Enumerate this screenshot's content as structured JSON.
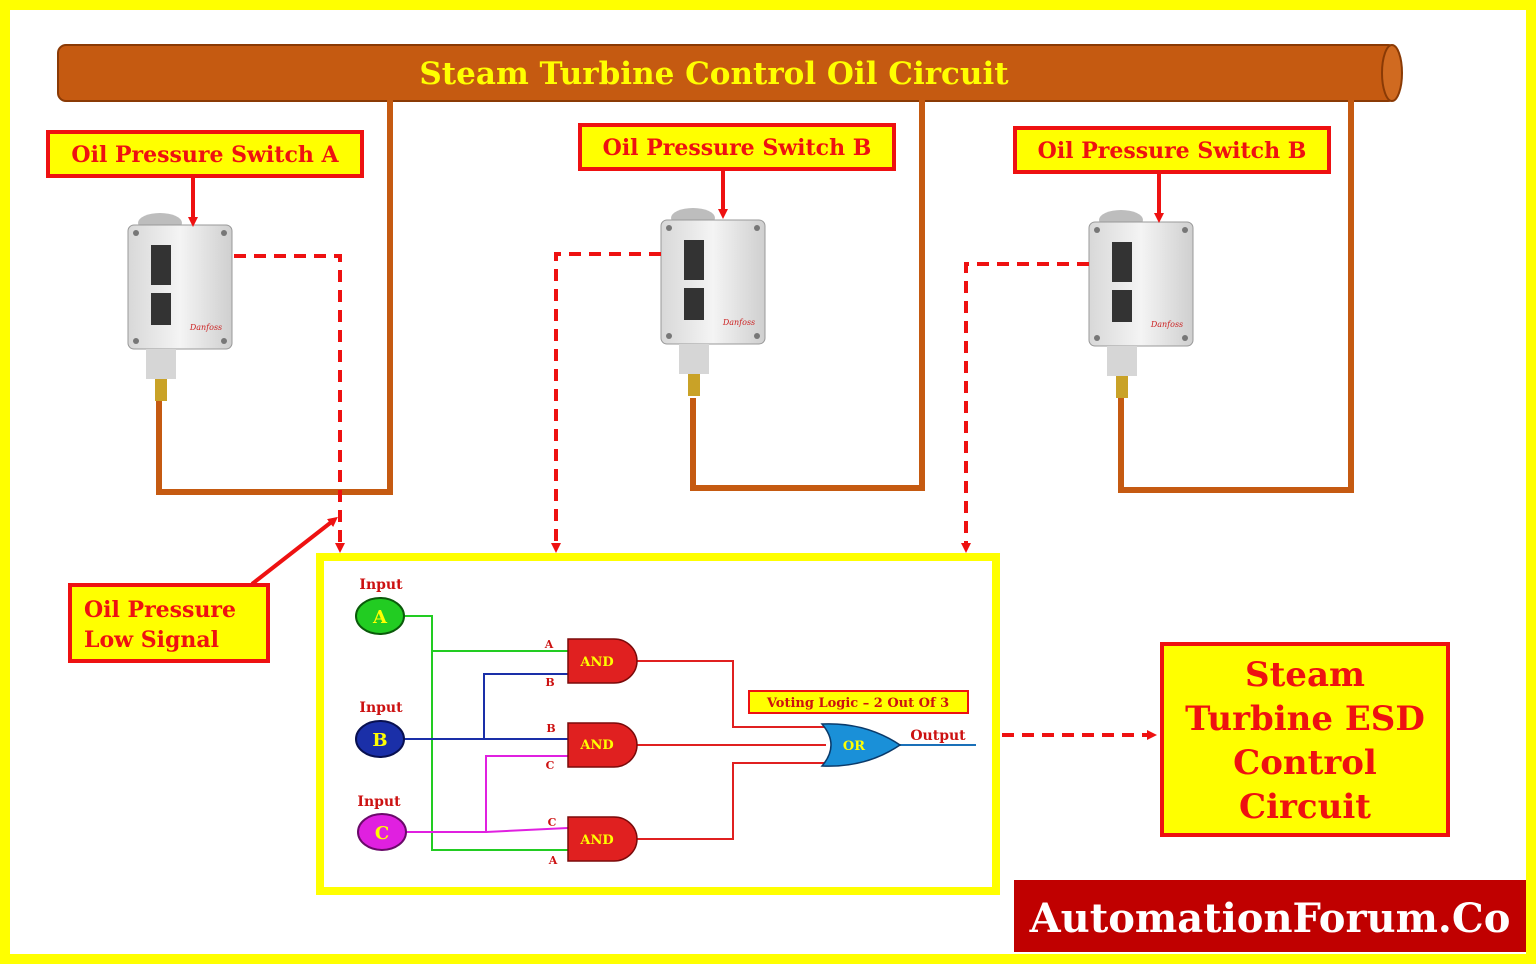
{
  "header": {
    "pipe_title": "Steam Turbine Control Oil Circuit"
  },
  "switches": [
    {
      "label": "Oil Pressure Switch A",
      "brand": "Danfoss"
    },
    {
      "label": "Oil Pressure Switch B",
      "brand": "Danfoss"
    },
    {
      "label": "Oil Pressure Switch B",
      "brand": "Danfoss"
    }
  ],
  "signal_callout": {
    "line1": "Oil Pressure",
    "line2": "Low Signal"
  },
  "logic": {
    "inputs": [
      {
        "caption": "Input",
        "letter": "A"
      },
      {
        "caption": "Input",
        "letter": "B"
      },
      {
        "caption": "Input",
        "letter": "C"
      }
    ],
    "gates": [
      {
        "type": "AND",
        "pins": [
          "A",
          "B"
        ]
      },
      {
        "type": "AND",
        "pins": [
          "B",
          "C"
        ]
      },
      {
        "type": "AND",
        "pins": [
          "C",
          "A"
        ]
      }
    ],
    "or_gate": "OR",
    "voting_label": "Voting Logic – 2 Out Of 3",
    "output_label": "Output"
  },
  "esd_box": {
    "lines": [
      "Steam",
      "Turbine ESD",
      "Control",
      "Circuit"
    ]
  },
  "watermark": "AutomationForum.Co",
  "colors": {
    "frame": "#ffff00",
    "pipe": "#c55a11",
    "signal": "#ee1111",
    "label_fill": "#ffff00",
    "label_border": "#ee1111",
    "input_a": "#22cc22",
    "input_b": "#1a2fa8",
    "input_c": "#e020e0",
    "and_gate": "#e02020",
    "or_gate": "#1a90d8",
    "watermark_bg": "#c00000"
  }
}
